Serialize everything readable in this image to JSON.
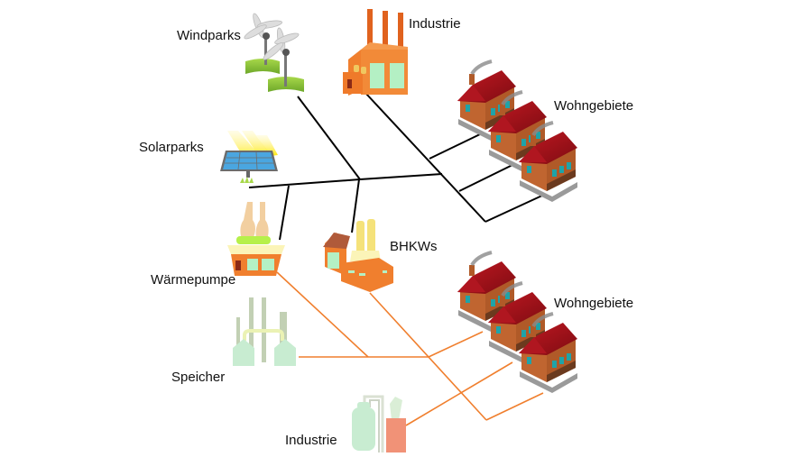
{
  "diagram": {
    "title": "",
    "labels": {
      "windparks": "Windparks",
      "industrie_top": "Industrie",
      "wohngebiete_top": "Wohngebiete",
      "solarparks": "Solarparks",
      "waermepumpe": "Wärmepumpe",
      "bhkws": "BHKWs",
      "wohngebiete_bottom": "Wohngebiete",
      "speicher": "Speicher",
      "industrie_bottom": "Industrie"
    },
    "networks": [
      {
        "name": "electricity-network",
        "color": "#000000",
        "connects": [
          "Windparks",
          "Industrie",
          "Solarparks",
          "Wärmepumpe",
          "BHKWs",
          "Wohngebiete"
        ]
      },
      {
        "name": "heat-network",
        "color": "#f07f2e",
        "connects": [
          "Wärmepumpe",
          "BHKWs",
          "Speicher",
          "Industrie",
          "Wohngebiete"
        ]
      }
    ],
    "colors": {
      "electric_line": "#000000",
      "heat_line": "#f07f2e",
      "roof_red": "#a3101a",
      "house_brick": "#c0652e",
      "factory_orange": "#f07f2e",
      "window_green": "#a8e8b8",
      "grass_green": "#8cc63f",
      "solar_blue": "#4aa6e0",
      "faded_green": "#bfe9c9"
    }
  }
}
